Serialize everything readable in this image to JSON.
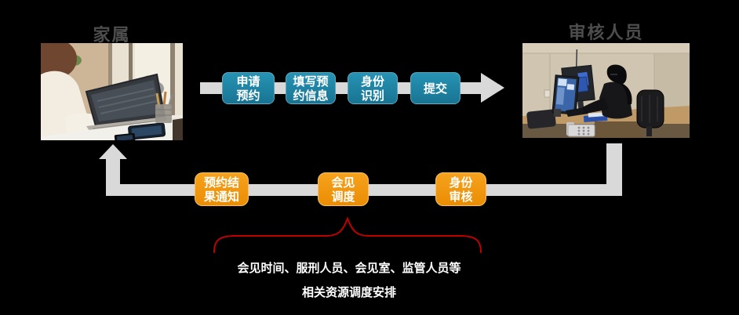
{
  "slide": {
    "type": "process-flow-diagram",
    "background": "#000000",
    "arrow_color": "#D9D9D9"
  },
  "actors": {
    "left": {
      "label": "家属",
      "photo": "family-member-using-laptop-photo"
    },
    "right": {
      "label": "审核人员",
      "photo": "reviewer-at-dual-monitor-workstation-photo"
    }
  },
  "forward_flow": {
    "direction": "left-to-right",
    "box_color": "#1B7F9E",
    "steps": [
      {
        "label": "申请\n预约"
      },
      {
        "label": "填写预\n约信息"
      },
      {
        "label": "身份\n识别"
      },
      {
        "label": "提交"
      }
    ]
  },
  "return_flow": {
    "direction": "right-to-left",
    "box_color": "#F0940C",
    "steps": [
      {
        "label": "预约结\n果通知"
      },
      {
        "label": "会见\n调度"
      },
      {
        "label": "身份\n审核"
      }
    ]
  },
  "annotation": {
    "brace_color": "#C00000",
    "line1": "会见时间、服刑人员、会见室、监管人员等",
    "line2": "相关资源调度安排"
  }
}
